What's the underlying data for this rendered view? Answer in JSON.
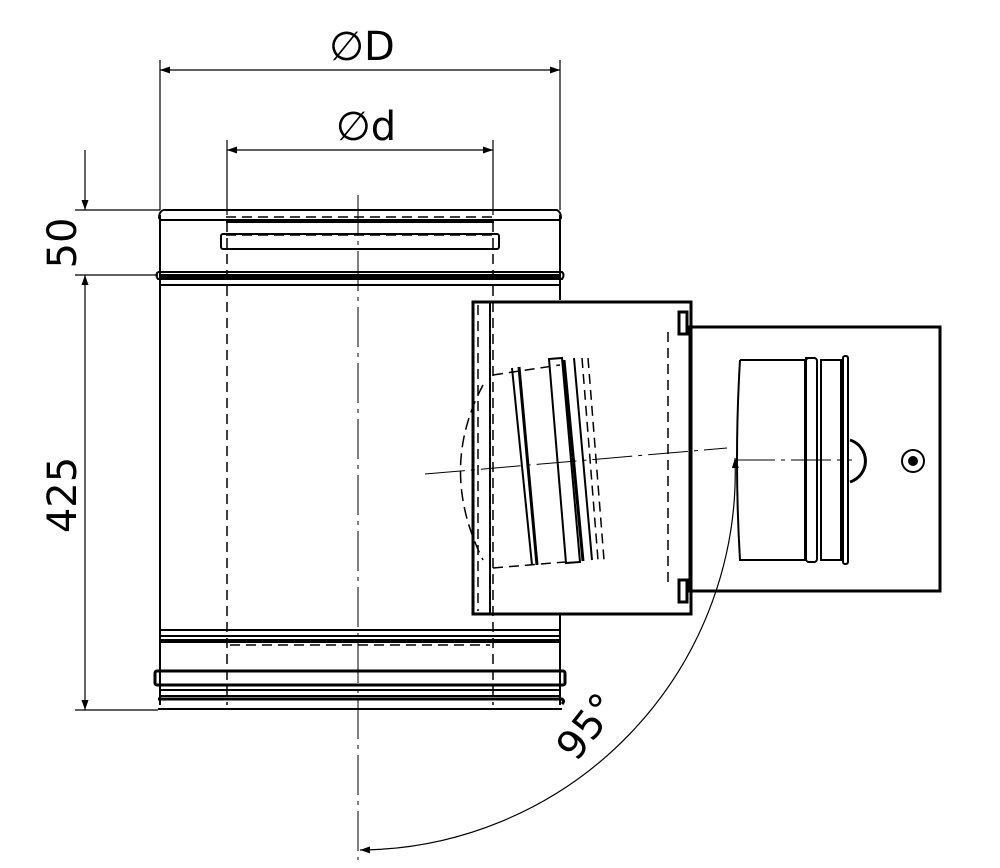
{
  "dimensions": {
    "outer_diameter": "∅D",
    "inner_diameter": "∅d",
    "collar_height": "50",
    "body_height": "425",
    "branch_angle": "95°"
  }
}
